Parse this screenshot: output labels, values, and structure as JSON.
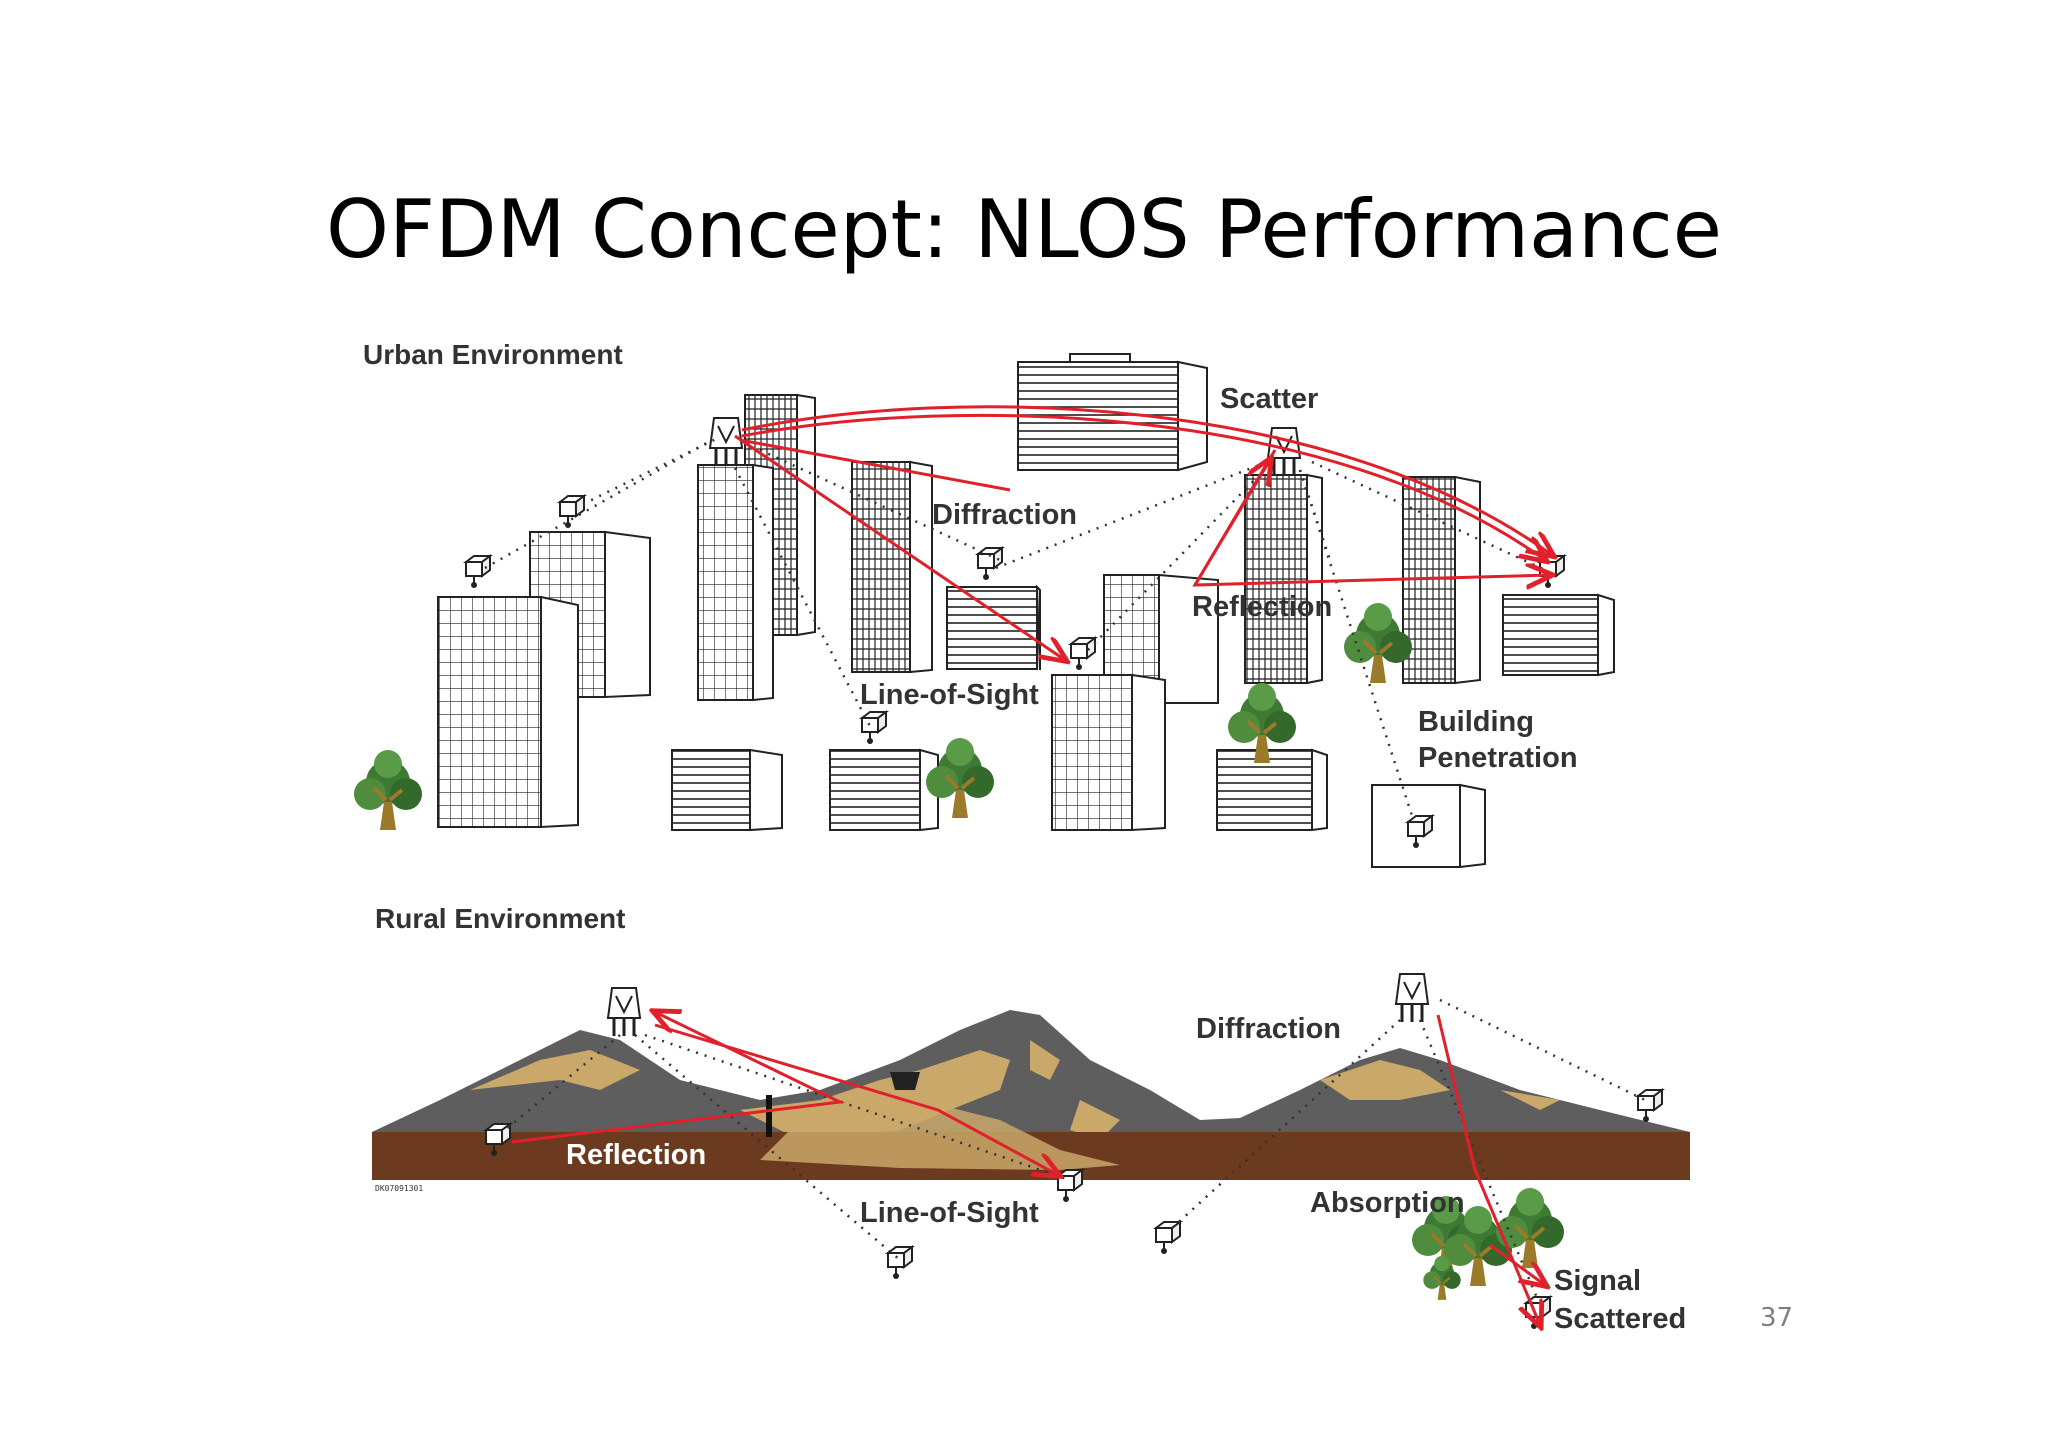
{
  "title": "OFDM Concept: NLOS Performance",
  "page_number": "37",
  "urban": {
    "heading": "Urban Environment",
    "labels": {
      "scatter": "Scatter",
      "diffraction": "Diffraction",
      "reflection": "Reflection",
      "line_of_sight": "Line-of-Sight",
      "building_penetration_1": "Building",
      "building_penetration_2": "Penetration"
    }
  },
  "rural": {
    "heading": "Rural Environment",
    "labels": {
      "diffraction": "Diffraction",
      "reflection": "Reflection",
      "line_of_sight": "Line-of-Sight",
      "absorption": "Absorption",
      "signal_scattered_1": "Signal",
      "signal_scattered_2": "Scattered"
    },
    "figure_code": "DK07091301"
  },
  "colors": {
    "signal_path": "#e0202a",
    "ground": "#6b3a1f",
    "mountain_gray": "#5e5e5e",
    "mountain_tan": "#c9a86a",
    "tree_green": "#3e7a34"
  },
  "icons": [
    "base-station-icon",
    "subscriber-unit-icon",
    "tree-icon",
    "building-icon",
    "mountain-icon"
  ]
}
